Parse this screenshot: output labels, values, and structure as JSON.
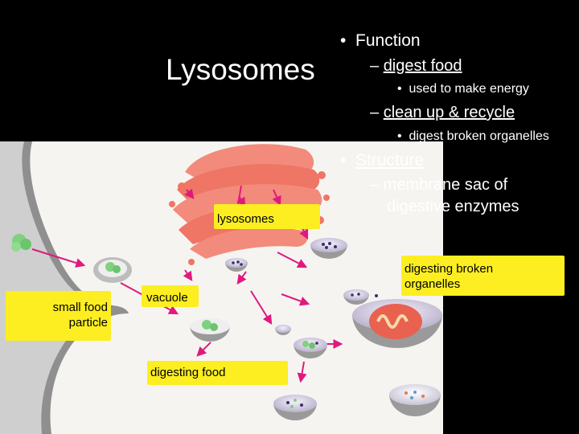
{
  "slide": {
    "title": "Lysosomes",
    "function": {
      "heading": "Function",
      "items": [
        {
          "text": "digest food",
          "sub": "used to make energy"
        },
        {
          "text": "clean up & recycle",
          "sub": "digest broken organelles"
        }
      ]
    },
    "structure": {
      "heading": "Structure",
      "line1": "– membrane sac of",
      "line2": "digestive enzymes"
    }
  },
  "diagram_labels": {
    "lysosomes": "lysosomes",
    "small_food_1": "small food",
    "small_food_2": "particle",
    "vacuole": "vacuole",
    "digesting_food": "digesting food",
    "digesting_broken_1": "digesting broken",
    "digesting_broken_2": "organelles"
  },
  "colors": {
    "label_bg": "#fcee21",
    "arrow": "#e0197d",
    "golgi": "#f06b5e",
    "membrane": "#bcbcbc",
    "vesicle_fill": "#d9d4e6",
    "food": "#7fd17f"
  }
}
